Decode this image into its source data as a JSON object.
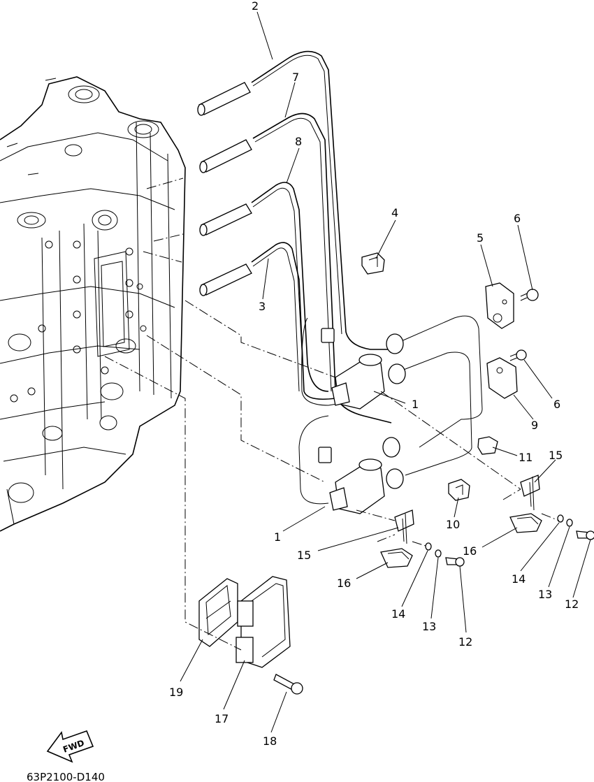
{
  "diagram": {
    "code": "63P2100-D140",
    "fwd_label": "FWD",
    "callouts": {
      "c1a": "1",
      "c1b": "1",
      "c2": "2",
      "c3": "3",
      "c4": "4",
      "c5": "5",
      "c6a": "6",
      "c6b": "6",
      "c7": "7",
      "c8": "8",
      "c9": "9",
      "c10": "10",
      "c11": "11",
      "c12a": "12",
      "c12b": "12",
      "c13a": "13",
      "c13b": "13",
      "c14a": "14",
      "c14b": "14",
      "c15a": "15",
      "c15b": "15",
      "c16a": "16",
      "c16b": "16",
      "c17": "17",
      "c18": "18",
      "c19": "19"
    }
  }
}
